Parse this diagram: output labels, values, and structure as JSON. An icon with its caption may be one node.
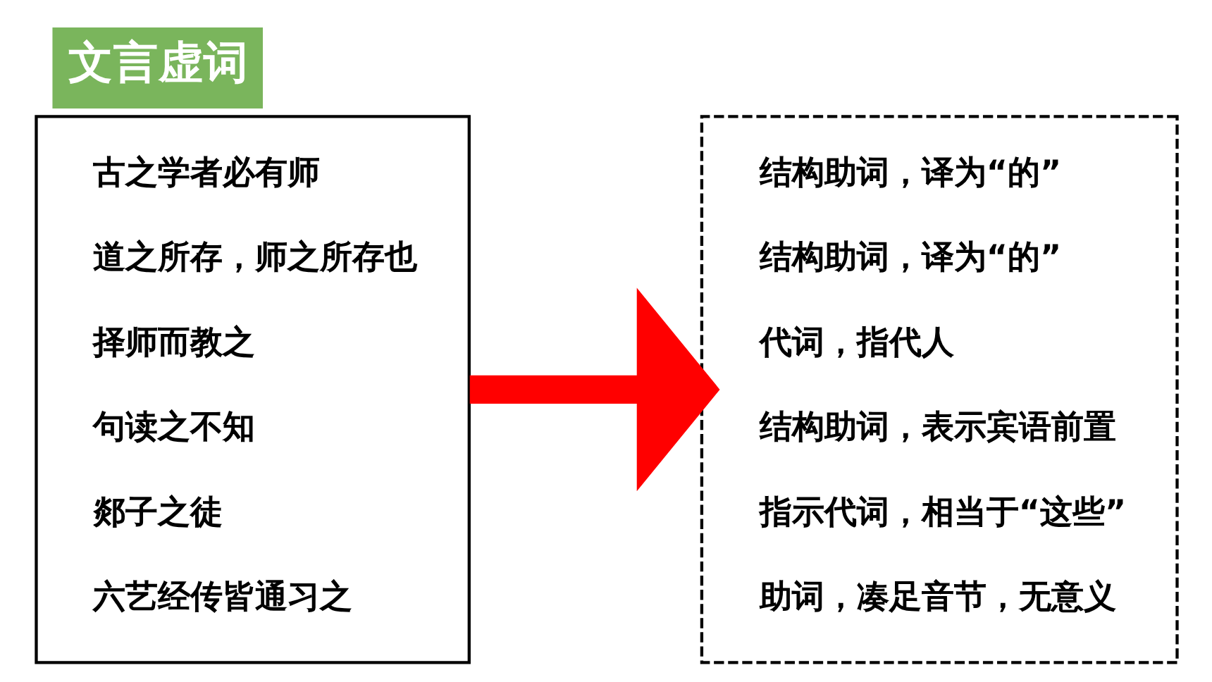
{
  "diagram": {
    "title": "文言虚词",
    "nodes": [
      {
        "text": [
          "古之学者必有师",
          "道之所存，师之所存也",
          "择师而教之",
          "句读之不知",
          "郯子之徒",
          "六艺经传皆通习之"
        ]
      },
      {
        "text": [
          "结构助词，译为“的”",
          "结构助词，译为“的”",
          "代词，指代人",
          "结构助词，表示宾语前置",
          "指示代词，相当于“这些”",
          "助词，凑足音节，无意义"
        ]
      }
    ],
    "edges": [
      {
        "from": 0,
        "to": 1,
        "arrow": "to",
        "color": "#ff0000"
      }
    ]
  }
}
